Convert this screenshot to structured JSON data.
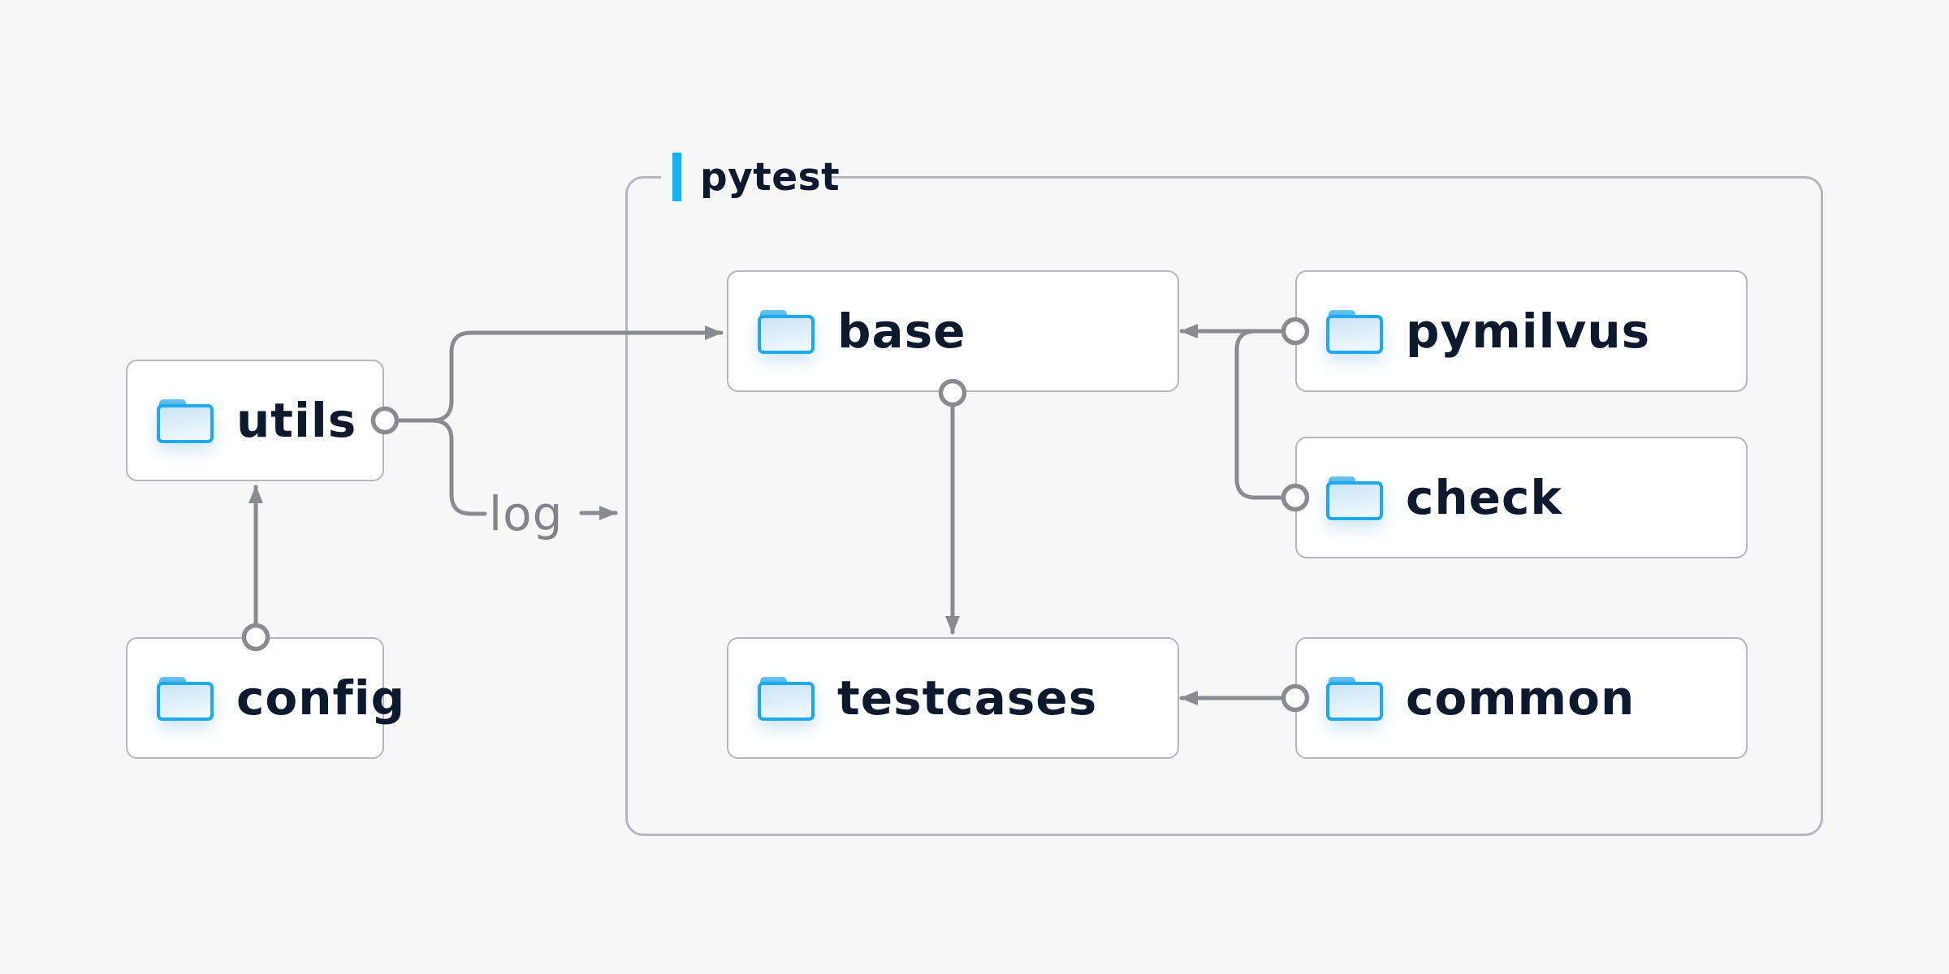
{
  "diagram": {
    "group": {
      "label": "pytest"
    },
    "nodes": {
      "utils": {
        "label": "utils",
        "icon": "folder-icon"
      },
      "config": {
        "label": "config",
        "icon": "folder-icon"
      },
      "base": {
        "label": "base",
        "icon": "folder-icon"
      },
      "pymilvus": {
        "label": "pymilvus",
        "icon": "folder-icon"
      },
      "check": {
        "label": "check",
        "icon": "folder-icon"
      },
      "testcases": {
        "label": "testcases",
        "icon": "folder-icon"
      },
      "common": {
        "label": "common",
        "icon": "folder-icon"
      }
    },
    "edges": [
      {
        "from": "config",
        "to": "utils",
        "label": ""
      },
      {
        "from": "utils",
        "to": "base",
        "label": ""
      },
      {
        "from": "utils",
        "to": "pytest-group",
        "label": "log"
      },
      {
        "from": "pymilvus",
        "to": "base",
        "label": ""
      },
      {
        "from": "check",
        "to": "base",
        "label": ""
      },
      {
        "from": "base",
        "to": "testcases",
        "label": ""
      },
      {
        "from": "common",
        "to": "testcases",
        "label": ""
      }
    ],
    "colors": {
      "background": "#f7f7f8",
      "node_fill": "#ffffff",
      "node_border": "#b6b6c0",
      "group_border": "#b6b6c0",
      "wire_gray": "#8a8a93",
      "label_navy": "#0c192e",
      "edge_label_gray": "#83838d",
      "accent_cyan": "#15b2f2",
      "folder_blue": "#1da9ec"
    }
  }
}
